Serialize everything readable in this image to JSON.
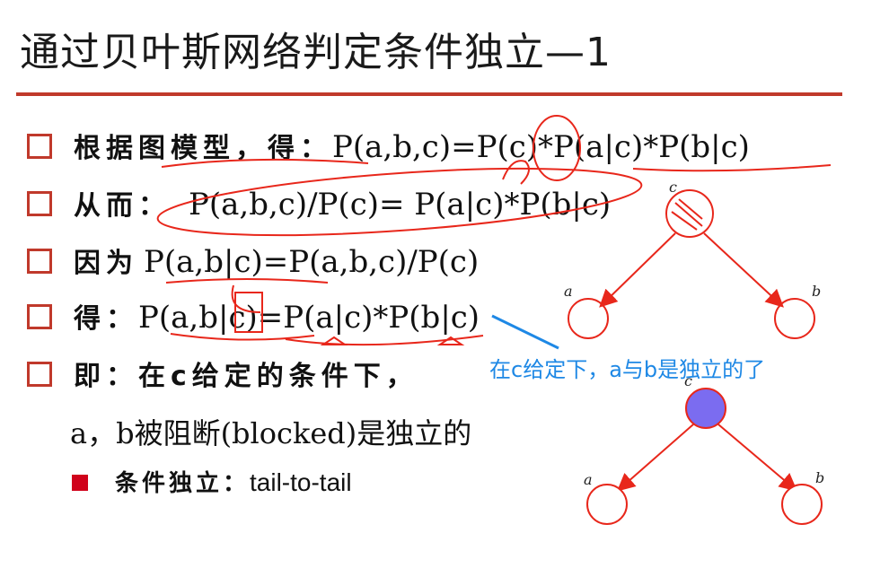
{
  "title": "通过贝叶斯网络判定条件独立—1",
  "rows": [
    {
      "label": "根据图模型，得：",
      "formula": "P(a,b,c)=P(c)*P(a|c)*P(b|c)"
    },
    {
      "label": "从而：",
      "formula": "P(a,b,c)/P(c)= P(a|c)*P(b|c)"
    },
    {
      "label": "因为",
      "formula": "P(a,b|c)=P(a,b,c)/P(c)"
    },
    {
      "label": "得：",
      "formula": "P(a,b|c)=P(a|c)*P(b|c)"
    },
    {
      "label": "即：在c给定的条件下，",
      "formula": ""
    }
  ],
  "continuation": "a，b被阻断(blocked)是独立的",
  "subbullet": {
    "label": "条件独立：",
    "value": "tail-to-tail"
  },
  "callout": "在c给定下，a与b是独立的了",
  "diagram_top": {
    "c": "c",
    "a": "a",
    "b": "b"
  },
  "diagram_bottom": {
    "c": "c",
    "a": "a",
    "b": "b"
  },
  "colors": {
    "accent": "#c0392b",
    "annotation": "#e8271b",
    "callout": "#1e88e5",
    "node_fill": "#7b6cf0"
  }
}
